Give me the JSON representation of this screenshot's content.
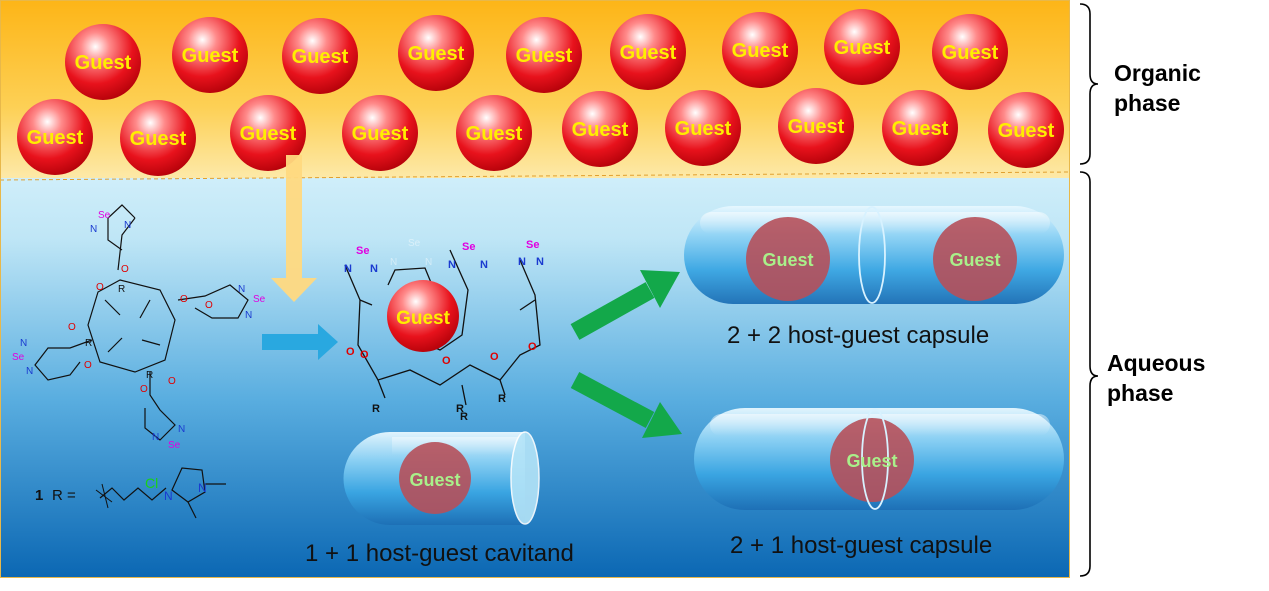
{
  "phases": {
    "organic": [
      "Organic",
      "phase"
    ],
    "aqueous": [
      "Aqueous",
      "phase"
    ]
  },
  "guest_label": "Guest",
  "captions": {
    "cavitand": "1 + 1 host-guest cavitand",
    "capsule_22": "2 + 2 host-guest capsule",
    "capsule_21": "2 + 1 host-guest capsule"
  },
  "molecule": {
    "compound_number": "1",
    "r_eq": "R =",
    "r": "R",
    "se": "Se",
    "n": "N",
    "o": "O",
    "cl": "Cl",
    "n_plus": "N",
    "methyl": "N"
  },
  "colors": {
    "organic_top": "#fdb517",
    "organic_bottom": "#fde9a8",
    "aqueous_top": "#bfe6f6",
    "aqueous_bottom": "#0b67b3",
    "guest_sphere": "#e8121c",
    "guest_text": "#ffee00",
    "guest_in_capsule": "#b6505a",
    "guest_capsule_text": "#a9f08a",
    "arrow_yellow": "#ffd980",
    "arrow_blue": "#29a8e0",
    "arrow_green": "#13a84a",
    "selenium": "#e000e0",
    "nitrogen": "#1a3ad0",
    "oxygen": "#e00000",
    "chloride": "#19d119"
  }
}
